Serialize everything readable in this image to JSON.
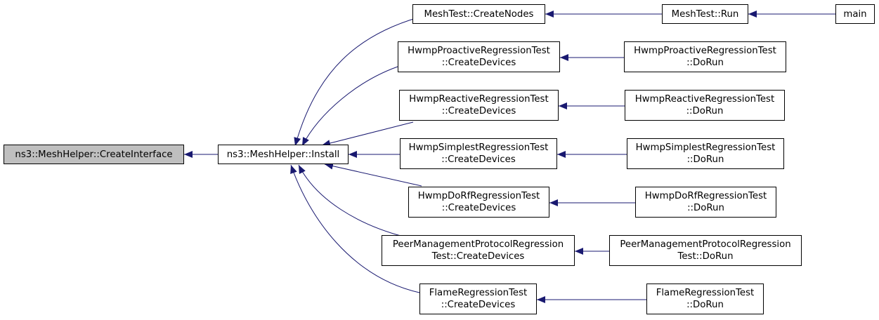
{
  "colors": {
    "edge": "#191970",
    "node_border": "#000000",
    "root_fill": "#bfbfbf",
    "node_fill": "#ffffff"
  },
  "nodes": {
    "create_interface": {
      "lines": [
        "ns3::MeshHelper::CreateInterface"
      ]
    },
    "install": {
      "lines": [
        "ns3::MeshHelper::Install"
      ]
    },
    "meshtest_createnodes": {
      "lines": [
        "MeshTest::CreateNodes"
      ]
    },
    "meshtest_run": {
      "lines": [
        "MeshTest::Run"
      ]
    },
    "main": {
      "lines": [
        "main"
      ]
    },
    "proactive_create": {
      "lines": [
        "HwmpProactiveRegressionTest",
        "::CreateDevices"
      ]
    },
    "proactive_run": {
      "lines": [
        "HwmpProactiveRegressionTest",
        "::DoRun"
      ]
    },
    "reactive_create": {
      "lines": [
        "HwmpReactiveRegressionTest",
        "::CreateDevices"
      ]
    },
    "reactive_run": {
      "lines": [
        "HwmpReactiveRegressionTest",
        "::DoRun"
      ]
    },
    "simplest_create": {
      "lines": [
        "HwmpSimplestRegressionTest",
        "::CreateDevices"
      ]
    },
    "simplest_run": {
      "lines": [
        "HwmpSimplestRegressionTest",
        "::DoRun"
      ]
    },
    "dorf_create": {
      "lines": [
        "HwmpDoRfRegressionTest",
        "::CreateDevices"
      ]
    },
    "dorf_run": {
      "lines": [
        "HwmpDoRfRegressionTest",
        "::DoRun"
      ]
    },
    "peer_create": {
      "lines": [
        "PeerManagementProtocolRegression",
        "Test::CreateDevices"
      ]
    },
    "peer_run": {
      "lines": [
        "PeerManagementProtocolRegression",
        "Test::DoRun"
      ]
    },
    "flame_create": {
      "lines": [
        "FlameRegressionTest",
        "::CreateDevices"
      ]
    },
    "flame_run": {
      "lines": [
        "FlameRegressionTest",
        "::DoRun"
      ]
    }
  }
}
